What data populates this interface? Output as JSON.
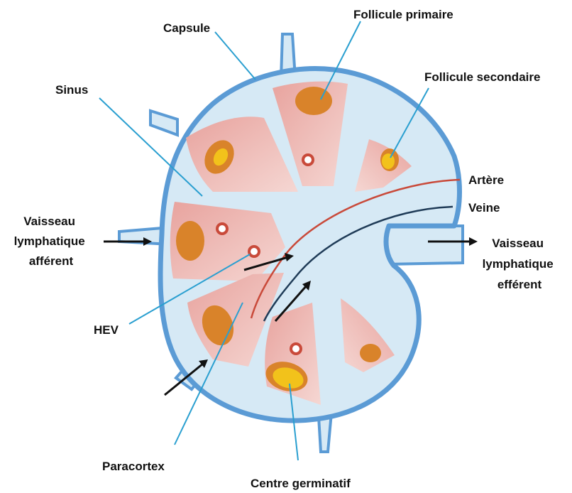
{
  "labels": {
    "capsule": "Capsule",
    "follicule_primaire": "Follicule primaire",
    "follicule_secondaire": "Follicule secondaire",
    "sinus": "Sinus",
    "artere": "Artère",
    "veine": "Veine",
    "vaisseau_afferent": [
      "Vaisseau",
      "lymphatique",
      "afférent"
    ],
    "vaisseau_efferent": [
      "Vaisseau",
      "lymphatique",
      "efférent"
    ],
    "hev": "HEV",
    "paracortex": "Paracortex",
    "centre_germinatif": "Centre germinatif"
  },
  "colors": {
    "capsule_border": "#5b9bd5",
    "sinus_fill": "#d6e9f5",
    "lobule_fill": "#e6a7a3",
    "lobule_light": "#f2cfcb",
    "follicle": "#d9832a",
    "germinal_center": "#f2c21b",
    "artery": "#c94a3a",
    "vein": "#1f3b57",
    "leader_line": "#2a9fd0",
    "arrow": "#111111"
  }
}
